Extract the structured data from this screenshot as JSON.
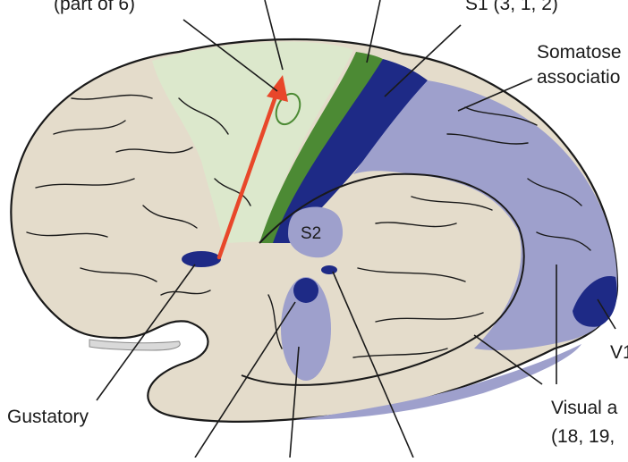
{
  "colors": {
    "background": "#ffffff",
    "cortex": "#e4dccb",
    "frontal_tint": "#dce8cc",
    "motor_strip": "#4c8a34",
    "s1_strip": "#1e2a86",
    "association": "#9ea0cc",
    "gustatory": "#1e2a86",
    "arrow": "#e8472a",
    "outline": "#1a1a1a"
  },
  "labels": {
    "premotor_top": "(part of 6)",
    "s1_top": "S1 (3, 1, 2)",
    "somato_assoc_line1": "Somatose",
    "somato_assoc_line2": "associatio",
    "s2": "S2",
    "v1": "V1",
    "gustatory": "Gustatory",
    "visual_assoc_line1": "Visual a",
    "visual_assoc_line2": "(18, 19,"
  },
  "icons": {
    "arrow": "red-arrow-icon"
  }
}
